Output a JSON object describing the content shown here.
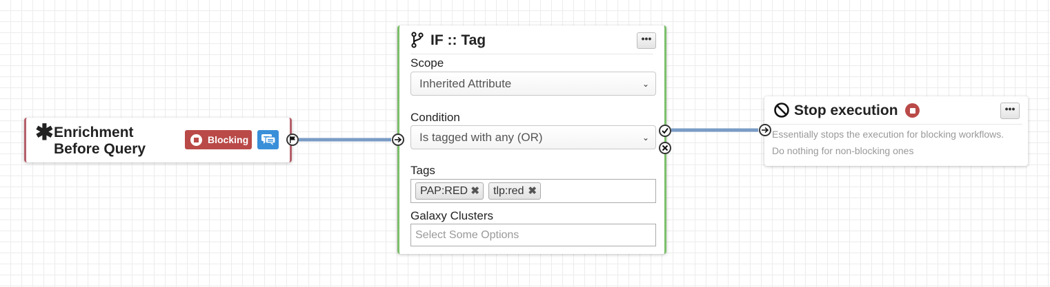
{
  "canvas": {
    "wire_color": "#7a9cc6"
  },
  "node_enrichment": {
    "icon": "asterisk-icon",
    "title_line1": "Enrichment",
    "title_line2": "Before Query",
    "badge_label": "Blocking",
    "badge_color": "#b94a48",
    "chat_icon": "chat-bubbles-icon",
    "accent": "#b5606a"
  },
  "node_if_tag": {
    "icon": "branch-icon",
    "title": "IF :: Tag",
    "menu_label": "•••",
    "accent": "#7cbf6a",
    "scope": {
      "label": "Scope",
      "value": "Inherited Attribute"
    },
    "condition": {
      "label": "Condition",
      "value": "Is tagged with any (OR)"
    },
    "tags": {
      "label": "Tags",
      "items": [
        "PAP:RED",
        "tlp:red"
      ],
      "remove_glyph": "✖"
    },
    "galaxy": {
      "label": "Galaxy Clusters",
      "placeholder": "Select Some Options"
    }
  },
  "node_stop": {
    "icon": "ban-icon",
    "title": "Stop execution",
    "menu_label": "•••",
    "description_line1": "Essentially stops the execution for blocking workflows.",
    "description_line2": "Do nothing for non-blocking ones",
    "badge_color": "#b94a48"
  }
}
